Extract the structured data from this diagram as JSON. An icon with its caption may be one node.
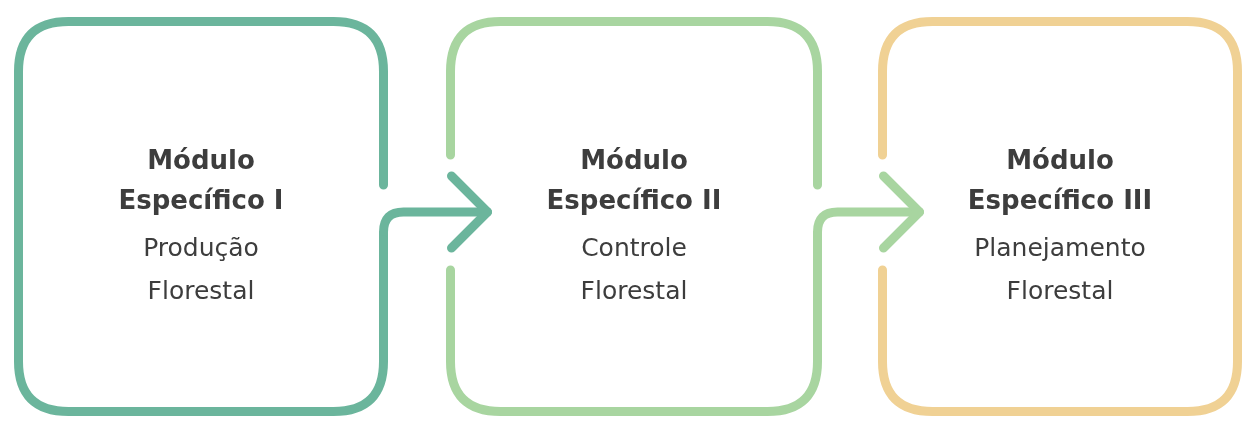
{
  "diagram": {
    "nodes": [
      {
        "text": [
          "Módulo Específico I",
          "Produção Florestal"
        ]
      },
      {
        "text": [
          "Módulo Específico II",
          "Controle Florestal"
        ]
      },
      {
        "text": [
          "Módulo Específico III",
          "Planejamento Florestal"
        ]
      }
    ],
    "edges": [
      {
        "from": 0,
        "to": 1,
        "arrow": "to",
        "color": "#6bb59c"
      },
      {
        "from": 1,
        "to": 2,
        "arrow": "to",
        "color": "#a8d5a0"
      }
    ]
  }
}
